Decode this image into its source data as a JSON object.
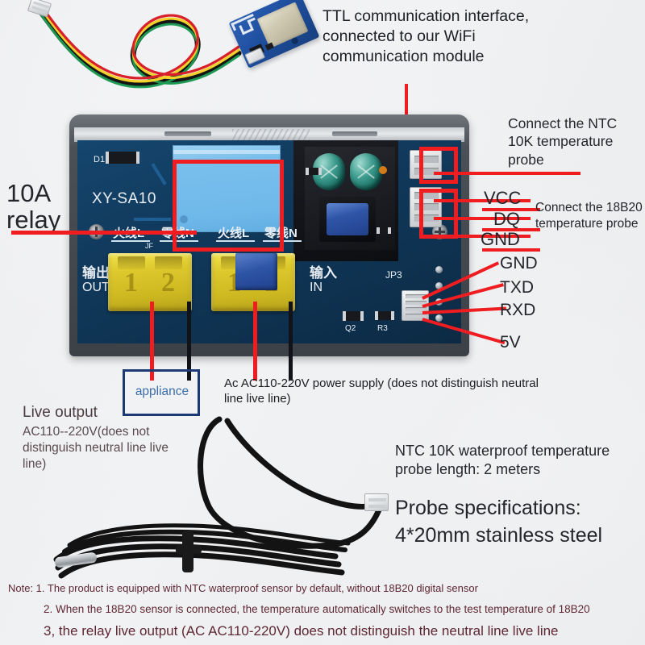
{
  "product": {
    "board_silkscreen": "XY-SA10",
    "diode_ref": "D1",
    "jp3_ref": "JP3",
    "q2_ref": "Q2",
    "r3_ref": "R3",
    "jf_ref": "JF",
    "out_cn": "输出",
    "out_en": "OUT",
    "in_cn": "输入",
    "in_en": "IN",
    "live_cn": "火线L",
    "neutral_cn": "零线N",
    "terminal_numbers": [
      "1",
      "2"
    ]
  },
  "annotations": {
    "ttl": "TTL communication interface,\nconnected to our WiFi\ncommunication module",
    "relay": "10A\nrelay",
    "ntc_connect": "Connect the NTC\n10K temperature\nprobe",
    "ds18b20_connect": "Connect the 18B20\ntemperature probe",
    "pins_18b20": [
      "VCC",
      "DQ",
      "GND"
    ],
    "pins_ttl": [
      "GND",
      "TXD",
      "RXD",
      "5V"
    ],
    "live_output_title": "Live output",
    "live_output_body": "AC110--220V(does not\ndistinguish neutral line live\nline)",
    "appliance": "appliance",
    "ac_supply": "Ac AC110-220V power supply (does not distinguish neutral\nline live line)",
    "probe_length": "NTC 10K waterproof temperature\nprobe length: 2 meters",
    "probe_spec_title": "Probe specifications:",
    "probe_spec_body": "4*20mm stainless steel"
  },
  "notes": [
    "Note: 1. The product is equipped with NTC waterproof sensor by default, without 18B20 digital sensor",
    "2. When the 18B20 sensor is connected, the temperature automatically switches to the test temperature of 18B20",
    "3, the relay live output (AC AC110-220V) does not distinguish the neutral line live line"
  ],
  "colors": {
    "annotation_red": "#ef1c20",
    "annotation_black": "#111318",
    "appliance_border": "#1b3a74",
    "appliance_text": "#3d6ea8",
    "note_text": "#5e2733",
    "pcb_blue": "#113a5d",
    "lcd_blue": "#79bfec",
    "terminal_yellow": "#ddc92c"
  }
}
